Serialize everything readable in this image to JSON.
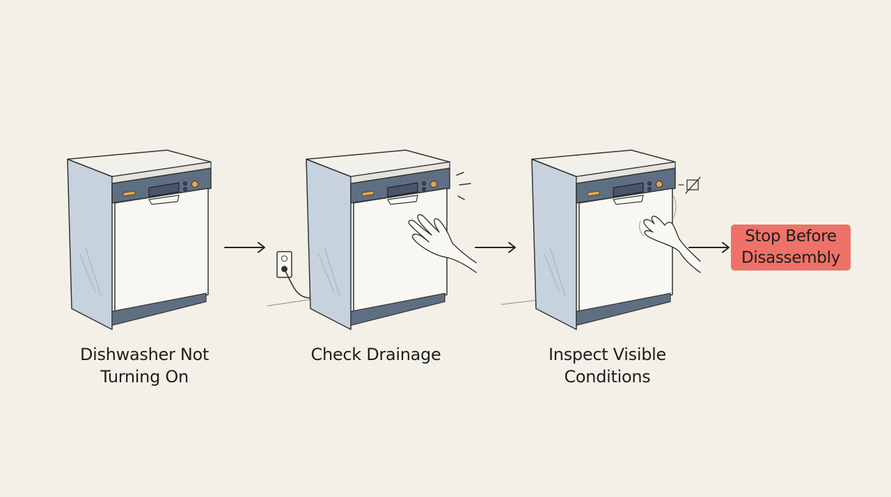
{
  "steps": [
    {
      "line1": "Dishwasher Not",
      "line2": "Turning On"
    },
    {
      "line1": "Check Drainage",
      "line2": ""
    },
    {
      "line1": "Inspect Visible",
      "line2": "Conditions"
    }
  ],
  "final_step": {
    "line1": "Stop Before",
    "line2": "Disassembly"
  },
  "colors": {
    "background": "#f3f0e8",
    "panel": "#5f6f83",
    "side": "#c6d2de",
    "door": "#f8f7f2",
    "accent": "#e0a650",
    "stop": "#ee7268"
  },
  "icons": [
    "dishwasher-icon",
    "hand-icon",
    "outlet-icon",
    "arrow-icon",
    "power-off-icon"
  ]
}
